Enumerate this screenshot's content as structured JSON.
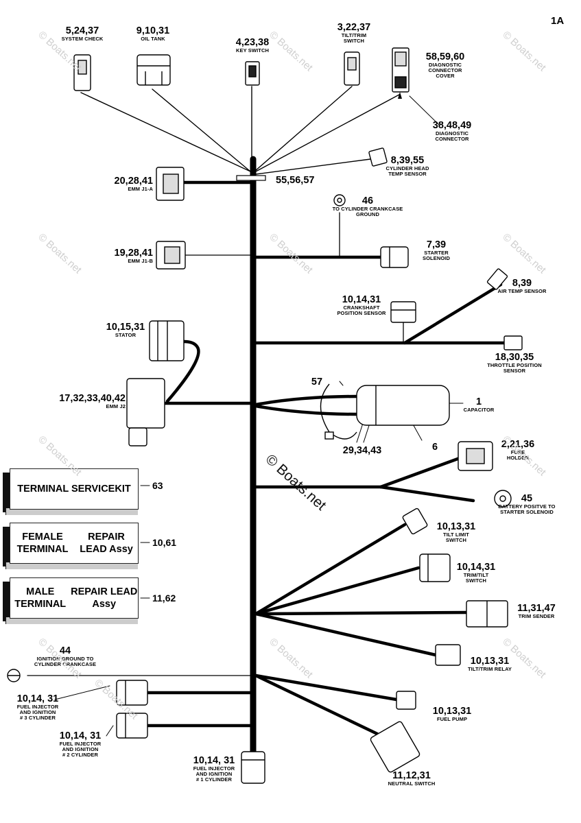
{
  "page_tag": "1A",
  "center_watermark": "© Boats.net",
  "watermark": "© Boats.net",
  "callouts": [
    {
      "id": "system-check",
      "refs": "5,24,37",
      "text": [
        "SYSTEM CHECK"
      ]
    },
    {
      "id": "oil-tank",
      "refs": "9,10,31",
      "text": [
        "OIL TANK"
      ]
    },
    {
      "id": "key-switch",
      "refs": "4,23,38",
      "text": [
        "KEY SWITCH"
      ]
    },
    {
      "id": "tilt-trim-switch",
      "refs": "3,22,37",
      "text": [
        "TILT/TRIM",
        "SWITCH"
      ]
    },
    {
      "id": "diagnostic-connector-cover",
      "refs": "58,59,60",
      "text": [
        "DIAGNOSTIC",
        "CONNECTOR",
        "COVER"
      ]
    },
    {
      "id": "diagnostic-connector",
      "refs": "38,48,49",
      "text": [
        "DIAGNOSTIC",
        "CONNECTOR"
      ]
    },
    {
      "id": "cylinder-head-temp-sensor",
      "refs": "8,39,55",
      "text": [
        "CYLINDER HEAD",
        "TEMP SENSOR"
      ]
    },
    {
      "id": "emm-j1-a",
      "refs": "20,28,41",
      "text": [
        "EMM J1-A"
      ]
    },
    {
      "id": "clamp",
      "refs": "55,56,57",
      "text": []
    },
    {
      "id": "crankcase-ground",
      "refs": "46",
      "text": [
        "TO CYLINDER CRANKCASE",
        "GROUND"
      ]
    },
    {
      "id": "emm-j1-b",
      "refs": "19,28,41",
      "text": [
        "EMM J1-B"
      ]
    },
    {
      "id": "starter-solenoid",
      "refs": "7,39",
      "text": [
        "STARTER",
        "SOLENOID"
      ]
    },
    {
      "id": "air-temp-sensor",
      "refs": "8,39",
      "text": [
        "AIR TEMP SENSOR"
      ]
    },
    {
      "id": "crankshaft-position-sensor",
      "refs": "10,14,31",
      "text": [
        "CRANKSHAFT",
        "POSITION SENSOR"
      ]
    },
    {
      "id": "stator",
      "refs": "10,15,31",
      "text": [
        "STATOR"
      ]
    },
    {
      "id": "throttle-position-sensor",
      "refs": "18,30,35",
      "text": [
        "THROTTLE POSITION",
        "SENSOR"
      ]
    },
    {
      "id": "strap",
      "refs": "57",
      "text": []
    },
    {
      "id": "capacitor",
      "refs": "1",
      "text": [
        "CAPACITOR"
      ]
    },
    {
      "id": "emm-j2",
      "refs": "17,32,33,40,42",
      "text": [
        "EMM J2"
      ]
    },
    {
      "id": "capacitor-hardware",
      "refs": "29,34,43",
      "text": []
    },
    {
      "id": "capacitor-bracket",
      "refs": "6",
      "text": []
    },
    {
      "id": "fuse-holder",
      "refs": "2,21,36",
      "text": [
        "FUSE",
        "HOLDER"
      ]
    },
    {
      "id": "battery-positive",
      "refs": "45",
      "text": [
        "BATTERY POSITVE TO",
        "STARTER SOLENOID"
      ]
    },
    {
      "id": "tilt-limit-switch",
      "refs": "10,13,31",
      "text": [
        "TILT LIMIT",
        "SWITCH"
      ]
    },
    {
      "id": "trim-tilt-switch",
      "refs": "10,14,31",
      "text": [
        "TRIM/TILT",
        "SWITCH"
      ]
    },
    {
      "id": "trim-sender",
      "refs": "11,31,47",
      "text": [
        "TRIM SENDER"
      ]
    },
    {
      "id": "ignition-ground",
      "refs": "44",
      "text": [
        "IGNITION GROUND TO",
        "CYLINDER CRANKCASE"
      ]
    },
    {
      "id": "tilt-trim-relay",
      "refs": "10,13,31",
      "text": [
        "TILT/TRIM RELAY"
      ]
    },
    {
      "id": "injector-3",
      "refs": "10,14, 31",
      "text": [
        "FUEL INJECTOR",
        "AND IGNITION",
        "# 3 CYLINDER"
      ]
    },
    {
      "id": "fuel-pump",
      "refs": "10,13,31",
      "text": [
        "FUEL PUMP"
      ]
    },
    {
      "id": "injector-2",
      "refs": "10,14, 31",
      "text": [
        "FUEL INJECTOR",
        "AND IGNITION",
        "# 2 CYLINDER"
      ]
    },
    {
      "id": "injector-1",
      "refs": "10,14, 31",
      "text": [
        "FUEL INJECTOR",
        "AND IGNITION",
        "# 1 CYLINDER"
      ]
    },
    {
      "id": "neutral-switch",
      "refs": "11,12,31",
      "text": [
        "NEUTRAL SWITCH"
      ]
    }
  ],
  "kits": [
    {
      "id": "terminal-service-kit",
      "lines": [
        "TERMINAL SERVICE",
        "KIT"
      ],
      "ref": "63"
    },
    {
      "id": "female-terminal-repair-lead",
      "lines": [
        "FEMALE TERMINAL",
        "REPAIR LEAD Assy"
      ],
      "ref": "10,61"
    },
    {
      "id": "male-terminal-repair-lead",
      "lines": [
        "MALE TERMINAL",
        "REPAIR LEAD Assy"
      ],
      "ref": "11,62"
    }
  ]
}
